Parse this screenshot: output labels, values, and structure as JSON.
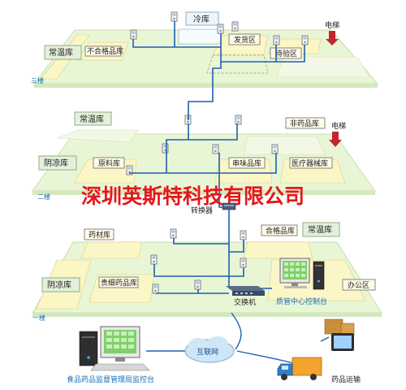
{
  "floors": {
    "third": {
      "name": "三楼",
      "rooms": {
        "cold_storage": "冷库",
        "normal_temp": "常温库",
        "unqualified": "不合格品库",
        "shipping": "发货区",
        "inspection": "待验区",
        "elevator": "电梯"
      }
    },
    "second": {
      "name": "二楼",
      "rooms": {
        "normal_temp": "常温库",
        "cool": "阴凉库",
        "raw_material": "原料库",
        "non_drug": "非药品库",
        "serial": "串味品库",
        "medical_device": "医疗器械库",
        "elevator": "电梯"
      }
    },
    "first": {
      "name": "一楼",
      "rooms": {
        "herbal": "药材库",
        "qualified": "合格品库",
        "normal_temp": "常温库",
        "cool": "阴凉库",
        "special_drug": "贵细药品库",
        "office": "办公区"
      }
    }
  },
  "network": {
    "converter": "转换器",
    "switch": "交换机",
    "control_center": "质管中心控制台",
    "internet": "互联网",
    "regulator": "食品药品监督管理局监控台",
    "transport": "药品运输"
  },
  "watermark": "深圳英斯特科技有限公司",
  "colors": {
    "floor_fill": "#e9f6d6",
    "room_fill": "#fbf6c6",
    "cable": "#1f5fb0",
    "accent_red": "#e8141b",
    "floor_label": "#1a6fb5"
  }
}
